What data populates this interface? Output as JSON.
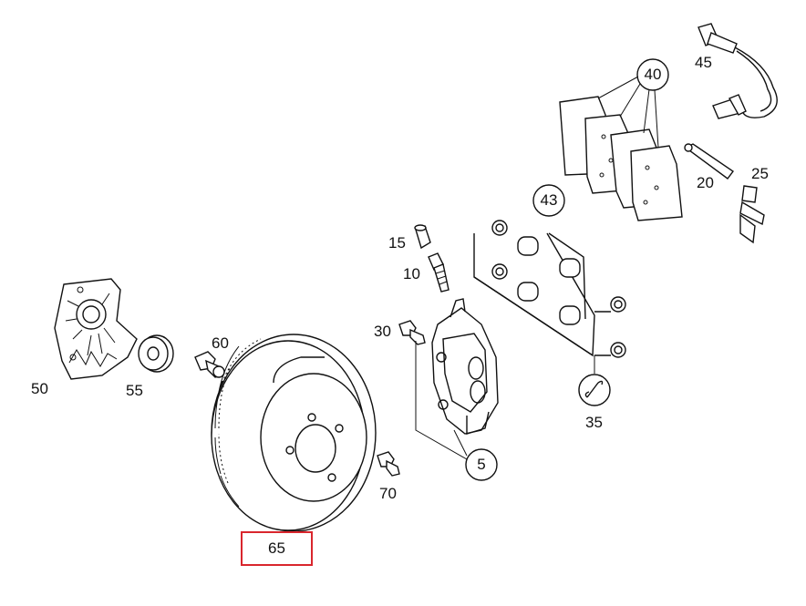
{
  "labels": {
    "p5": "5",
    "p10": "10",
    "p15": "15",
    "p20": "20",
    "p25": "25",
    "p30": "30",
    "p35": "35",
    "p40": "40",
    "p43": "43",
    "p45": "45",
    "p50": "50",
    "p55": "55",
    "p60": "60",
    "p65": "65",
    "p70": "70"
  },
  "highlight": {
    "part": "65",
    "color": "#d9262d"
  }
}
